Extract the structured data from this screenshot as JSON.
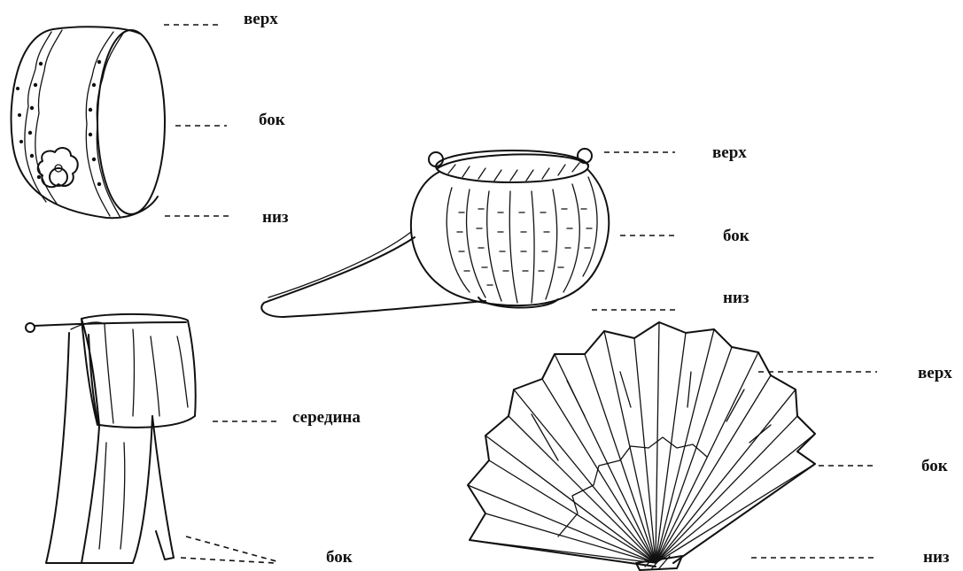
{
  "figures": {
    "drum": {
      "top": "верх",
      "side": "бок",
      "bottom": "низ"
    },
    "basket": {
      "top": "верх",
      "side": "бок",
      "bottom": "низ"
    },
    "towel": {
      "middle": "середина",
      "side": "бок"
    },
    "fan": {
      "top": "верх",
      "side": "бок",
      "bottom": "низ"
    }
  }
}
